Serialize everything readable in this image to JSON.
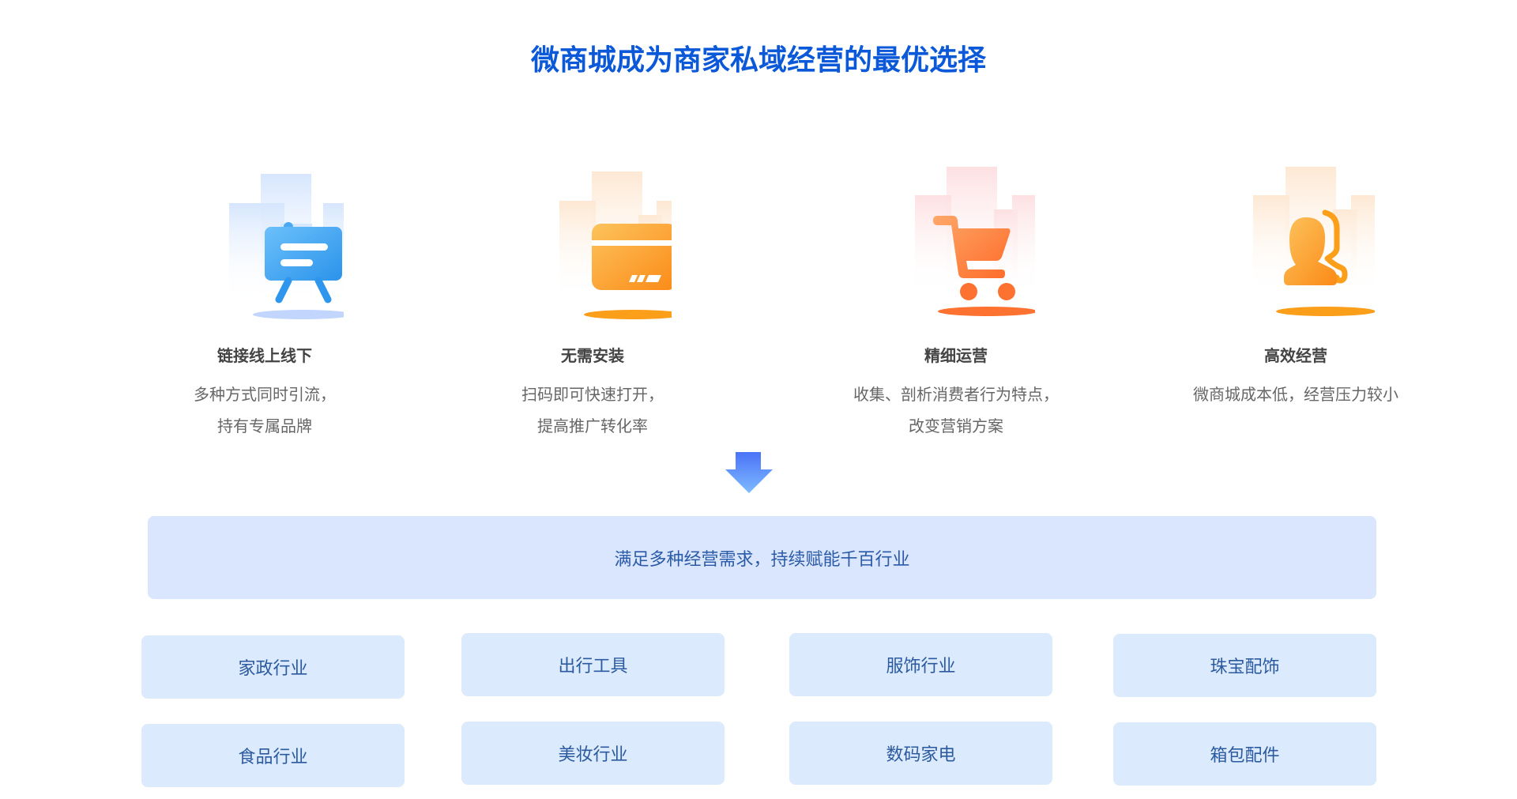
{
  "page": {
    "title": "微商城成为商家私域经营的最优选择"
  },
  "colors": {
    "title": "#0b58d8",
    "heading": "#444444",
    "body": "#666666",
    "banner_bg": "#dae6fd",
    "card_bg": "#dbeafc",
    "card_text": "#2c5aa0"
  },
  "features": [
    {
      "icon": "presentation-board-icon",
      "heading": "链接线上线下",
      "lines": [
        "多种方式同时引流，",
        "持有专属品牌"
      ]
    },
    {
      "icon": "credit-card-icon",
      "heading": "无需安装",
      "lines": [
        "扫码即可快速打开，",
        "提高推广转化率"
      ]
    },
    {
      "icon": "shopping-cart-icon",
      "heading": "精细运营",
      "lines": [
        "收集、剖析消费者行为特点，",
        "改变营销方案"
      ]
    },
    {
      "icon": "customer-service-icon",
      "heading": "高效经营",
      "lines": [
        "微商城成本低，经营压力较小"
      ]
    }
  ],
  "banner": {
    "text": "满足多种经营需求，持续赋能千百行业"
  },
  "industries": [
    "家政行业",
    "出行工具",
    "服饰行业",
    "珠宝配饰",
    "食品行业",
    "美妆行业",
    "数码家电",
    "箱包配件"
  ]
}
